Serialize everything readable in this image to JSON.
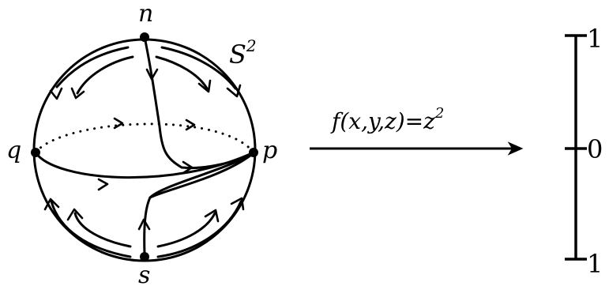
{
  "sphere": {
    "north_label": "n",
    "south_label": "s",
    "west_label": "q",
    "east_label": "p",
    "manifold_label": "S",
    "manifold_exponent": "2"
  },
  "map": {
    "label": "f(x,y,z)=z",
    "exponent": "2"
  },
  "interval": {
    "top_tick": "1",
    "mid_tick": "0",
    "bottom_tick": "1"
  }
}
